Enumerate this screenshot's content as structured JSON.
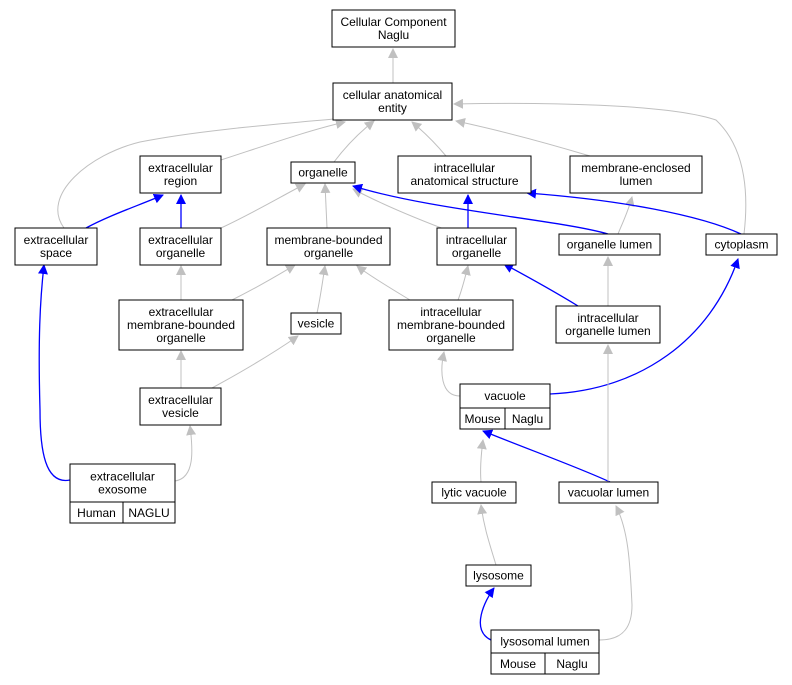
{
  "colors": {
    "edge_gray": "#c0c0c0",
    "edge_blue": "#0000ff",
    "human_fill": "#f05a40",
    "mouse_fill": "#add8e6",
    "node_fill": "#ffffff",
    "border": "#000000"
  },
  "nodes": [
    {
      "id": "root",
      "lines": [
        "Cellular Component",
        "Naglu"
      ]
    },
    {
      "id": "cae",
      "lines": [
        "cellular anatomical",
        "entity"
      ]
    },
    {
      "id": "exreg",
      "lines": [
        "extracellular",
        "region"
      ]
    },
    {
      "id": "org",
      "lines": [
        "organelle"
      ]
    },
    {
      "id": "ias",
      "lines": [
        "intracellular",
        "anatomical structure"
      ]
    },
    {
      "id": "mel",
      "lines": [
        "membrane-enclosed",
        "lumen"
      ]
    },
    {
      "id": "exspace",
      "lines": [
        "extracellular",
        "space"
      ]
    },
    {
      "id": "exorg",
      "lines": [
        "extracellular",
        "organelle"
      ]
    },
    {
      "id": "mbo",
      "lines": [
        "membrane-bounded",
        "organelle"
      ]
    },
    {
      "id": "intorg",
      "lines": [
        "intracellular",
        "organelle"
      ]
    },
    {
      "id": "orglum",
      "lines": [
        "organelle lumen"
      ]
    },
    {
      "id": "cyto",
      "lines": [
        "cytoplasm"
      ]
    },
    {
      "id": "exmbo",
      "lines": [
        "extracellular",
        "membrane-bounded",
        "organelle"
      ]
    },
    {
      "id": "vesicle",
      "lines": [
        "vesicle"
      ]
    },
    {
      "id": "intmbo",
      "lines": [
        "intracellular",
        "membrane-bounded",
        "organelle"
      ]
    },
    {
      "id": "intorglum",
      "lines": [
        "intracellular",
        "organelle lumen"
      ]
    },
    {
      "id": "exves",
      "lines": [
        "extracellular",
        "vesicle"
      ]
    },
    {
      "id": "vacuole",
      "lines": [
        "vacuole"
      ],
      "species": [
        "Mouse",
        "Naglu"
      ],
      "species_color": "mouse"
    },
    {
      "id": "exosome",
      "lines": [
        "extracellular",
        "exosome"
      ],
      "species": [
        "Human",
        "NAGLU"
      ],
      "species_color": "human"
    },
    {
      "id": "lytic",
      "lines": [
        "lytic vacuole"
      ]
    },
    {
      "id": "vaclum",
      "lines": [
        "vacuolar lumen"
      ]
    },
    {
      "id": "lysosome",
      "lines": [
        "lysosome"
      ]
    },
    {
      "id": "lyslum",
      "lines": [
        "lysosomal lumen"
      ],
      "species": [
        "Mouse",
        "Naglu"
      ],
      "species_color": "mouse"
    }
  ],
  "edges": [
    {
      "from": "cae",
      "to": "root",
      "type": "is_a"
    },
    {
      "from": "exreg",
      "to": "cae",
      "type": "is_a"
    },
    {
      "from": "org",
      "to": "cae",
      "type": "is_a"
    },
    {
      "from": "ias",
      "to": "cae",
      "type": "is_a"
    },
    {
      "from": "mel",
      "to": "cae",
      "type": "is_a"
    },
    {
      "from": "exspace",
      "to": "cae",
      "type": "is_a"
    },
    {
      "from": "cyto",
      "to": "cae",
      "type": "is_a"
    },
    {
      "from": "exspace",
      "to": "exreg",
      "type": "part_of"
    },
    {
      "from": "exorg",
      "to": "exreg",
      "type": "part_of"
    },
    {
      "from": "exorg",
      "to": "org",
      "type": "is_a"
    },
    {
      "from": "mbo",
      "to": "org",
      "type": "is_a"
    },
    {
      "from": "intorg",
      "to": "org",
      "type": "is_a"
    },
    {
      "from": "intorg",
      "to": "ias",
      "type": "part_of"
    },
    {
      "from": "orglum",
      "to": "org",
      "type": "part_of"
    },
    {
      "from": "orglum",
      "to": "mel",
      "type": "is_a"
    },
    {
      "from": "cyto",
      "to": "ias",
      "type": "part_of"
    },
    {
      "from": "exmbo",
      "to": "exorg",
      "type": "is_a"
    },
    {
      "from": "exmbo",
      "to": "mbo",
      "type": "is_a"
    },
    {
      "from": "vesicle",
      "to": "mbo",
      "type": "is_a"
    },
    {
      "from": "intmbo",
      "to": "mbo",
      "type": "is_a"
    },
    {
      "from": "intmbo",
      "to": "intorg",
      "type": "is_a"
    },
    {
      "from": "intorglum",
      "to": "intorg",
      "type": "part_of"
    },
    {
      "from": "intorglum",
      "to": "orglum",
      "type": "is_a"
    },
    {
      "from": "exves",
      "to": "exmbo",
      "type": "is_a"
    },
    {
      "from": "exves",
      "to": "vesicle",
      "type": "is_a"
    },
    {
      "from": "vacuole",
      "to": "intmbo",
      "type": "is_a"
    },
    {
      "from": "vacuole",
      "to": "cyto",
      "type": "part_of"
    },
    {
      "from": "exosome",
      "to": "exves",
      "type": "is_a"
    },
    {
      "from": "exosome",
      "to": "exspace",
      "type": "part_of"
    },
    {
      "from": "lytic",
      "to": "vacuole",
      "type": "is_a"
    },
    {
      "from": "vaclum",
      "to": "vacuole",
      "type": "part_of"
    },
    {
      "from": "vaclum",
      "to": "intorglum",
      "type": "is_a"
    },
    {
      "from": "lysosome",
      "to": "lytic",
      "type": "is_a"
    },
    {
      "from": "lyslum",
      "to": "lysosome",
      "type": "part_of"
    },
    {
      "from": "lyslum",
      "to": "vaclum",
      "type": "is_a"
    }
  ]
}
